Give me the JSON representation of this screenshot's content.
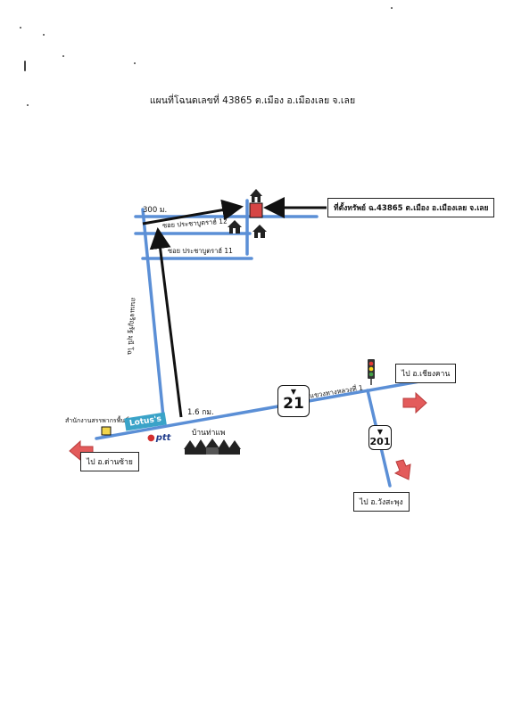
{
  "title": "แผนที่โฉนดเลขที่ 43865 ต.เมือง อ.เมืองเลย จ.เลย",
  "property_label": "ที่ตั้งทรัพย์ ฉ.43865 ต.เมือง อ.เมืองเลย จ.เลย",
  "distance_300m": "300 ม.",
  "distance_1_6km": "1.6 กม.",
  "road_soi_12": "ซอย ประชาบูตราฮ์ 12",
  "road_soi_11": "ซอย ประชาบูตราฮ์ 11",
  "road_vertical": "ถนนเจริญรัฐ มุนี โฉ",
  "road_junction_label": "แขวงทางหลวงที่ 1",
  "route_21": "21",
  "route_201": "201",
  "dest_chiang_khan": "ไป อ.เชียงคาน",
  "dest_dan_sai": "ไป อ.ด่านซ้าย",
  "dest_wang_saphung": "ไป อ.วังสะพุง",
  "tax_office": "สำนักงานสรรพากรพื้นที่เลย",
  "lotus": "Lotus's",
  "ptt": "ptt",
  "village": "บ้านท่าแพ",
  "colors": {
    "road": "#5b8fd6",
    "arrow_red": "#e35b5b",
    "property_red": "#d64545",
    "marker_yellow": "#f1d54a"
  }
}
